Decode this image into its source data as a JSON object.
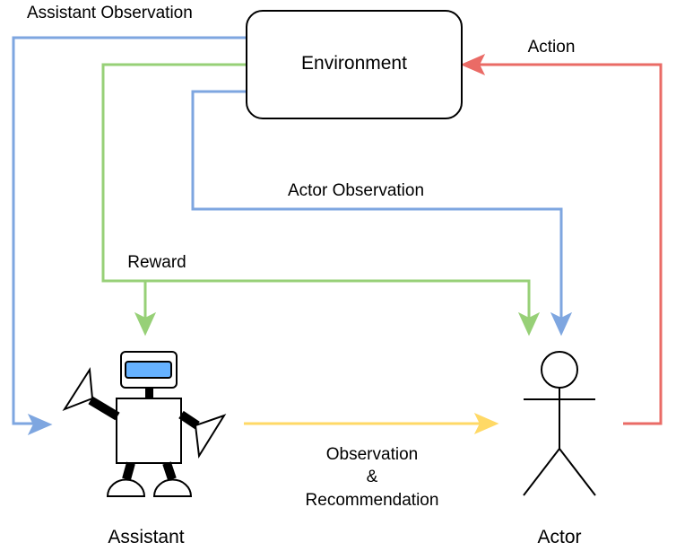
{
  "diagram": {
    "environment": {
      "label": "Environment"
    },
    "assistant": {
      "label": "Assistant"
    },
    "actor": {
      "label": "Actor"
    },
    "edges": {
      "assistant_observation": {
        "label": "Assistant Observation",
        "color": "#7EA6E0"
      },
      "action": {
        "label": "Action",
        "color": "#EA6B66"
      },
      "actor_observation": {
        "label": "Actor Observation",
        "color": "#7EA6E0"
      },
      "reward": {
        "label": "Reward",
        "color": "#97D077"
      },
      "observation_recommendation": {
        "line1": "Observation",
        "line2": "&",
        "line3": "Recommendation",
        "color": "#FFD966"
      }
    },
    "robot": {
      "visor_color": "#66B2FF"
    }
  }
}
